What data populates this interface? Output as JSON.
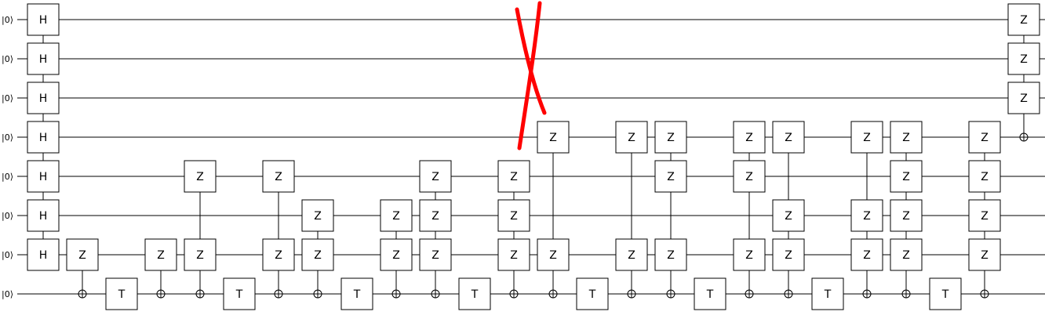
{
  "qubits": [
    "|0⟩",
    "|0⟩",
    "|0⟩",
    "|0⟩",
    "|0⟩",
    "|0⟩",
    "|0⟩",
    "|0⟩"
  ],
  "columns": [
    {
      "gates": [
        {
          "q": 0,
          "g": "H"
        },
        {
          "q": 1,
          "g": "H"
        },
        {
          "q": 2,
          "g": "H"
        },
        {
          "q": 3,
          "g": "H"
        },
        {
          "q": 4,
          "g": "H"
        },
        {
          "q": 5,
          "g": "H"
        },
        {
          "q": 6,
          "g": "H"
        }
      ]
    },
    {
      "gates": [
        {
          "q": 6,
          "g": "Z"
        }
      ],
      "target": 7
    },
    {
      "gates": [
        {
          "q": 7,
          "g": "T"
        }
      ]
    },
    {
      "gates": [
        {
          "q": 6,
          "g": "Z"
        }
      ],
      "target": 7
    },
    {
      "gates": [
        {
          "q": 4,
          "g": "Z"
        },
        {
          "q": 6,
          "g": "Z"
        }
      ],
      "target": 7
    },
    {
      "gates": [
        {
          "q": 7,
          "g": "T"
        }
      ]
    },
    {
      "gates": [
        {
          "q": 4,
          "g": "Z"
        },
        {
          "q": 6,
          "g": "Z"
        }
      ],
      "target": 7
    },
    {
      "gates": [
        {
          "q": 5,
          "g": "Z"
        },
        {
          "q": 6,
          "g": "Z"
        }
      ],
      "target": 7
    },
    {
      "gates": [
        {
          "q": 7,
          "g": "T"
        }
      ]
    },
    {
      "gates": [
        {
          "q": 5,
          "g": "Z"
        },
        {
          "q": 6,
          "g": "Z"
        }
      ],
      "target": 7
    },
    {
      "gates": [
        {
          "q": 4,
          "g": "Z"
        },
        {
          "q": 5,
          "g": "Z"
        },
        {
          "q": 6,
          "g": "Z"
        }
      ],
      "target": 7
    },
    {
      "gates": [
        {
          "q": 7,
          "g": "T"
        }
      ]
    },
    {
      "gates": [
        {
          "q": 4,
          "g": "Z"
        },
        {
          "q": 5,
          "g": "Z"
        },
        {
          "q": 6,
          "g": "Z"
        }
      ],
      "target": 7
    },
    {
      "gates": [
        {
          "q": 3,
          "g": "Z"
        },
        {
          "q": 6,
          "g": "Z"
        }
      ],
      "target": 7
    },
    {
      "gates": [
        {
          "q": 7,
          "g": "T"
        }
      ]
    },
    {
      "gates": [
        {
          "q": 3,
          "g": "Z"
        },
        {
          "q": 6,
          "g": "Z"
        }
      ],
      "target": 7
    },
    {
      "gates": [
        {
          "q": 3,
          "g": "Z"
        },
        {
          "q": 4,
          "g": "Z"
        },
        {
          "q": 6,
          "g": "Z"
        }
      ],
      "target": 7
    },
    {
      "gates": [
        {
          "q": 7,
          "g": "T"
        }
      ]
    },
    {
      "gates": [
        {
          "q": 3,
          "g": "Z"
        },
        {
          "q": 4,
          "g": "Z"
        },
        {
          "q": 6,
          "g": "Z"
        }
      ],
      "target": 7
    },
    {
      "gates": [
        {
          "q": 3,
          "g": "Z"
        },
        {
          "q": 5,
          "g": "Z"
        },
        {
          "q": 6,
          "g": "Z"
        }
      ],
      "target": 7
    },
    {
      "gates": [
        {
          "q": 7,
          "g": "T"
        }
      ]
    },
    {
      "gates": [
        {
          "q": 3,
          "g": "Z"
        },
        {
          "q": 5,
          "g": "Z"
        },
        {
          "q": 6,
          "g": "Z"
        }
      ],
      "target": 7
    },
    {
      "gates": [
        {
          "q": 3,
          "g": "Z"
        },
        {
          "q": 4,
          "g": "Z"
        },
        {
          "q": 5,
          "g": "Z"
        },
        {
          "q": 6,
          "g": "Z"
        }
      ],
      "target": 7
    },
    {
      "gates": [
        {
          "q": 7,
          "g": "T"
        }
      ]
    },
    {
      "gates": [
        {
          "q": 3,
          "g": "Z"
        },
        {
          "q": 4,
          "g": "Z"
        },
        {
          "q": 5,
          "g": "Z"
        },
        {
          "q": 6,
          "g": "Z"
        }
      ],
      "target": 7
    },
    {
      "gates": [
        {
          "q": 0,
          "g": "Z"
        },
        {
          "q": 1,
          "g": "Z"
        },
        {
          "q": 2,
          "g": "Z"
        }
      ],
      "target": 3
    }
  ],
  "annotation": {
    "type": "red-x-mark",
    "color": "#ff0000"
  },
  "colors": {
    "line": "#000000",
    "gate_fill": "#ffffff",
    "text": "#000000"
  }
}
